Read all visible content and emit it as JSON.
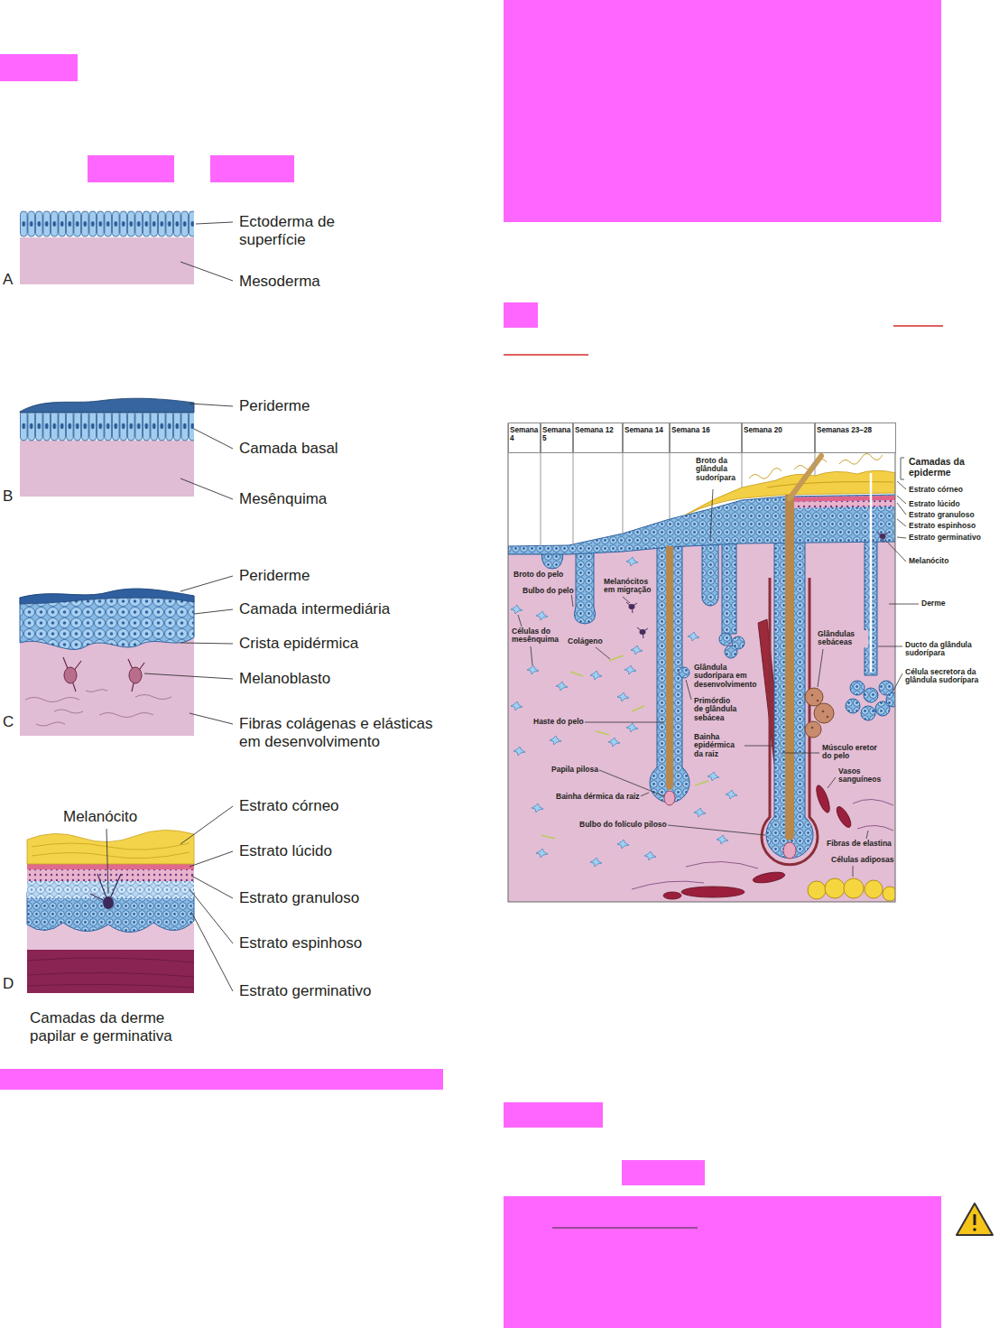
{
  "diagram": {
    "nodes": [
      {
        "text": [
          "Semana 4"
        ]
      },
      {
        "text": [
          "Semana 5"
        ]
      },
      {
        "text": [
          "Semana 12"
        ]
      },
      {
        "text": [
          "Semana 14"
        ]
      },
      {
        "text": [
          "Semana 16"
        ]
      },
      {
        "text": [
          "Semana 20"
        ]
      },
      {
        "text": [
          "Semanas 23–28"
        ]
      }
    ],
    "labels": [
      "Ectoderma de superfície",
      "Mesoderma",
      "A",
      "Periderme",
      "Camada basal",
      "Mesênquima",
      "B",
      "Periderme",
      "Camada intermediária",
      "Crista epidérmica",
      "Melanoblasto",
      "Fibras colágenas e elásticas em desenvolvimento",
      "C",
      "Melanócito",
      "Estrato córneo",
      "Estrato lúcido",
      "Estrato granuloso",
      "Estrato espinhoso",
      "Estrato germinativo",
      "Camadas da derme papilar e germinativa",
      "D",
      "Camadas da epiderme",
      "Estrato córneo",
      "Estrato lúcido",
      "Estrato granuloso",
      "Estrato espinhoso",
      "Estrato germinativo",
      "Melanócito",
      "Derme",
      "Glândulas sebáceas",
      "Ducto da glândula sudorípara",
      "Célula secretora da glândula sudorípara",
      "Vasos sanguíneos",
      "Músculo eretor do pelo",
      "Fibras de elastina",
      "Células adiposas",
      "Broto do pelo",
      "Bulbo do pelo",
      "Melanócitos em migração",
      "Broto da glândula sudorípara",
      "Células do mesênquima",
      "Colágeno",
      "Primórdio de glândula sebácea",
      "Glândula sudorípara em desenvolvimento",
      "Haste do pelo",
      "Papila pilosa",
      "Bainha epidérmica da raiz",
      "Bainha dérmica da raiz",
      "Bulbo do folículo piloso"
    ]
  }
}
